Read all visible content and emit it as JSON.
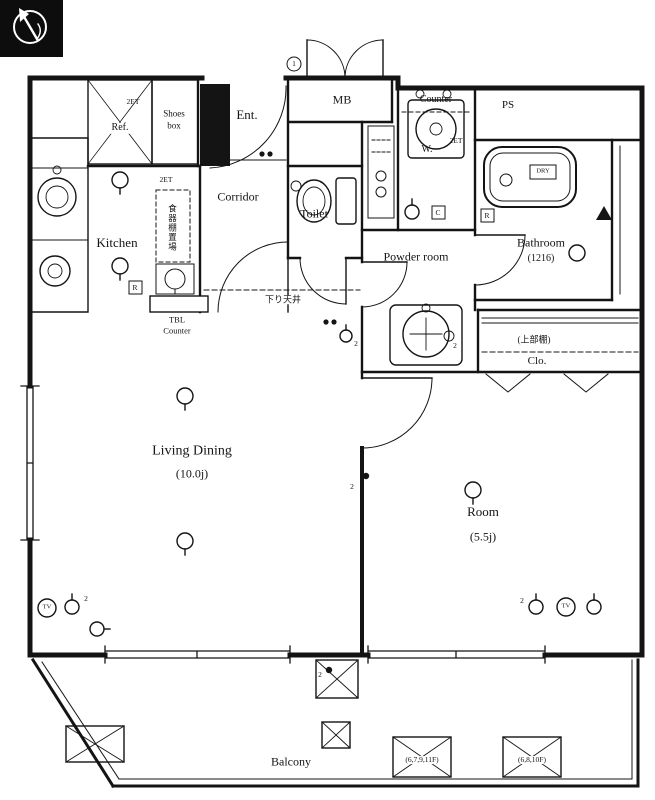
{
  "rooms": {
    "entrance": "Ent.",
    "meter_box": "MB",
    "counter_top": "Counter",
    "pipe_space": "PS",
    "refrigerator": "Ref.",
    "shoes_box_line1": "Shoes",
    "shoes_box_line2": "box",
    "corridor": "Corridor",
    "toilet": "Toilet",
    "washing_machine": "W.",
    "cupboard_space": "食器棚置場",
    "kitchen": "Kitchen",
    "powder_room": "Powder room",
    "bathroom": "Bathroom",
    "bathroom_size": "(1216)",
    "lowered_ceiling": "下り天井",
    "tbl_counter_line1": "TBL",
    "tbl_counter_line2": "Counter",
    "living_dining": "Living Dining",
    "living_dining_size": "(10.0j)",
    "closet_upper_shelf": "(上部棚)",
    "closet": "Clo.",
    "room": "Room",
    "room_size": "(5.5j)",
    "balcony": "Balcony",
    "hatch_floors_a": "(6,7,9,11F)",
    "hatch_floors_b": "(6,8,10F)"
  },
  "marks": {
    "double_outlet": "2ET",
    "dryer": "DRY",
    "tv": "TV",
    "remote": "R",
    "control": "C",
    "count_two": "2",
    "note_one": "1"
  }
}
